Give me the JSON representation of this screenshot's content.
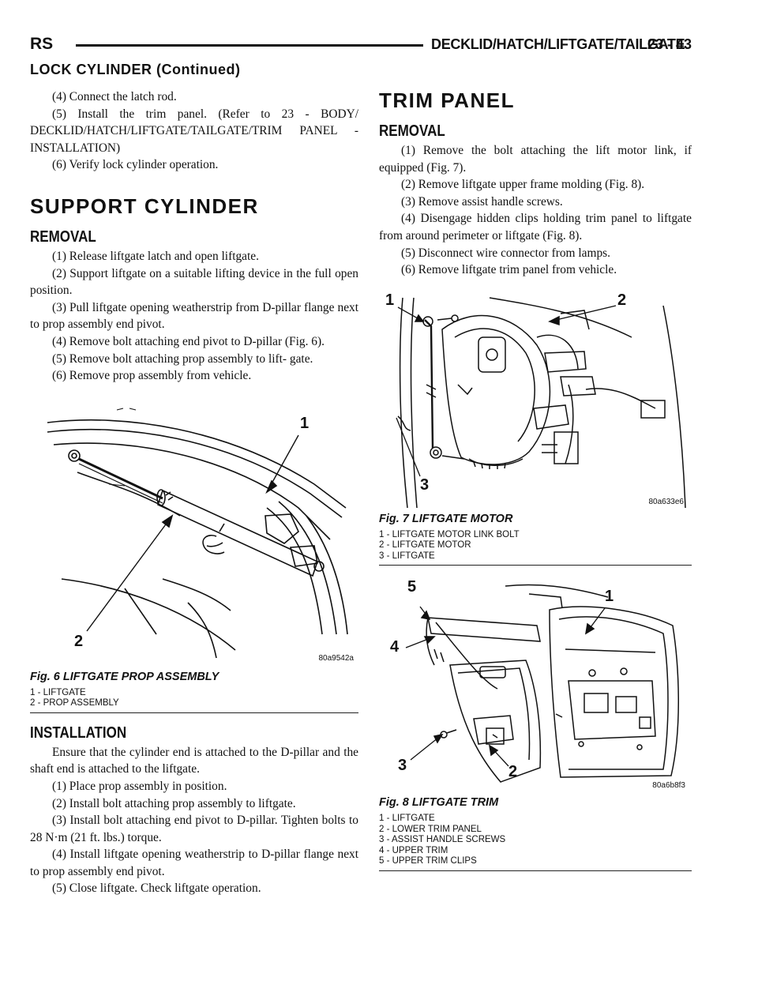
{
  "header": {
    "left": "RS",
    "section": "DECKLID/HATCH/LIFTGATE/TAILGATE",
    "page": "23 - 43"
  },
  "continued": "LOCK CYLINDER (Continued)",
  "left": {
    "intro": [
      "(4) Connect the latch rod.",
      "(5) Install the trim panel. (Refer to 23 - BODY/ DECKLID/HATCH/LIFTGATE/TAILGATE/TRIM PANEL - INSTALLATION)",
      "(6) Verify lock cylinder operation."
    ],
    "support_title": "SUPPORT CYLINDER",
    "removal_title": "REMOVAL",
    "removal": [
      "(1) Release liftgate latch and open liftgate.",
      "(2) Support liftgate on a suitable lifting device in the full open position.",
      "(3) Pull liftgate opening weatherstrip from D-pillar flange next to prop assembly end pivot.",
      "(4) Remove bolt attaching end pivot to D-pillar (Fig. 6).",
      "(5) Remove bolt attaching prop assembly to lift- gate.",
      "(6) Remove prop assembly from vehicle."
    ],
    "fig6": {
      "callout_1": "1",
      "callout_2": "2",
      "ref": "80a9542a",
      "caption": "Fig. 6 LIFTGATE PROP ASSEMBLY",
      "legend": [
        "1 - LIFTGATE",
        "2 - PROP ASSEMBLY"
      ]
    },
    "install_title": "INSTALLATION",
    "install_intro": "Ensure that the cylinder end is attached to the D-pillar and the shaft end is attached to the liftgate.",
    "install": [
      "(1) Place prop assembly in position.",
      "(2) Install bolt attaching prop assembly to liftgate.",
      "(3) Install bolt attaching end pivot to D-pillar. Tighten bolts to 28 N·m (21 ft. lbs.) torque.",
      "(4) Install liftgate opening weatherstrip to D-pillar flange next to prop assembly end pivot.",
      "(5) Close liftgate. Check liftgate operation."
    ]
  },
  "right": {
    "trim_title": "TRIM PANEL",
    "removal_title": "REMOVAL",
    "removal": [
      "(1) Remove the bolt attaching the lift motor link, if equipped (Fig. 7).",
      "(2) Remove liftgate upper frame molding (Fig. 8).",
      "(3) Remove assist handle screws.",
      "(4) Disengage hidden clips holding trim panel to liftgate from around perimeter or liftgate (Fig. 8).",
      "(5) Disconnect wire connector from lamps.",
      "(6) Remove liftgate trim panel from vehicle."
    ],
    "fig7": {
      "callout_1": "1",
      "callout_2": "2",
      "callout_3": "3",
      "ref": "80a633e6",
      "caption": "Fig. 7 LIFTGATE MOTOR",
      "legend": [
        "1 - LIFTGATE MOTOR LINK BOLT",
        "2 - LIFTGATE MOTOR",
        "3 - LIFTGATE"
      ]
    },
    "fig8": {
      "callout_1": "1",
      "callout_2": "2",
      "callout_3": "3",
      "callout_4": "4",
      "callout_5": "5",
      "ref": "80a6b8f3",
      "caption": "Fig. 8 LIFTGATE TRIM",
      "legend": [
        "1 - LIFTGATE",
        "2 - LOWER TRIM PANEL",
        "3 - ASSIST HANDLE SCREWS",
        "4 - UPPER TRIM",
        "5 - UPPER TRIM CLIPS"
      ]
    }
  }
}
